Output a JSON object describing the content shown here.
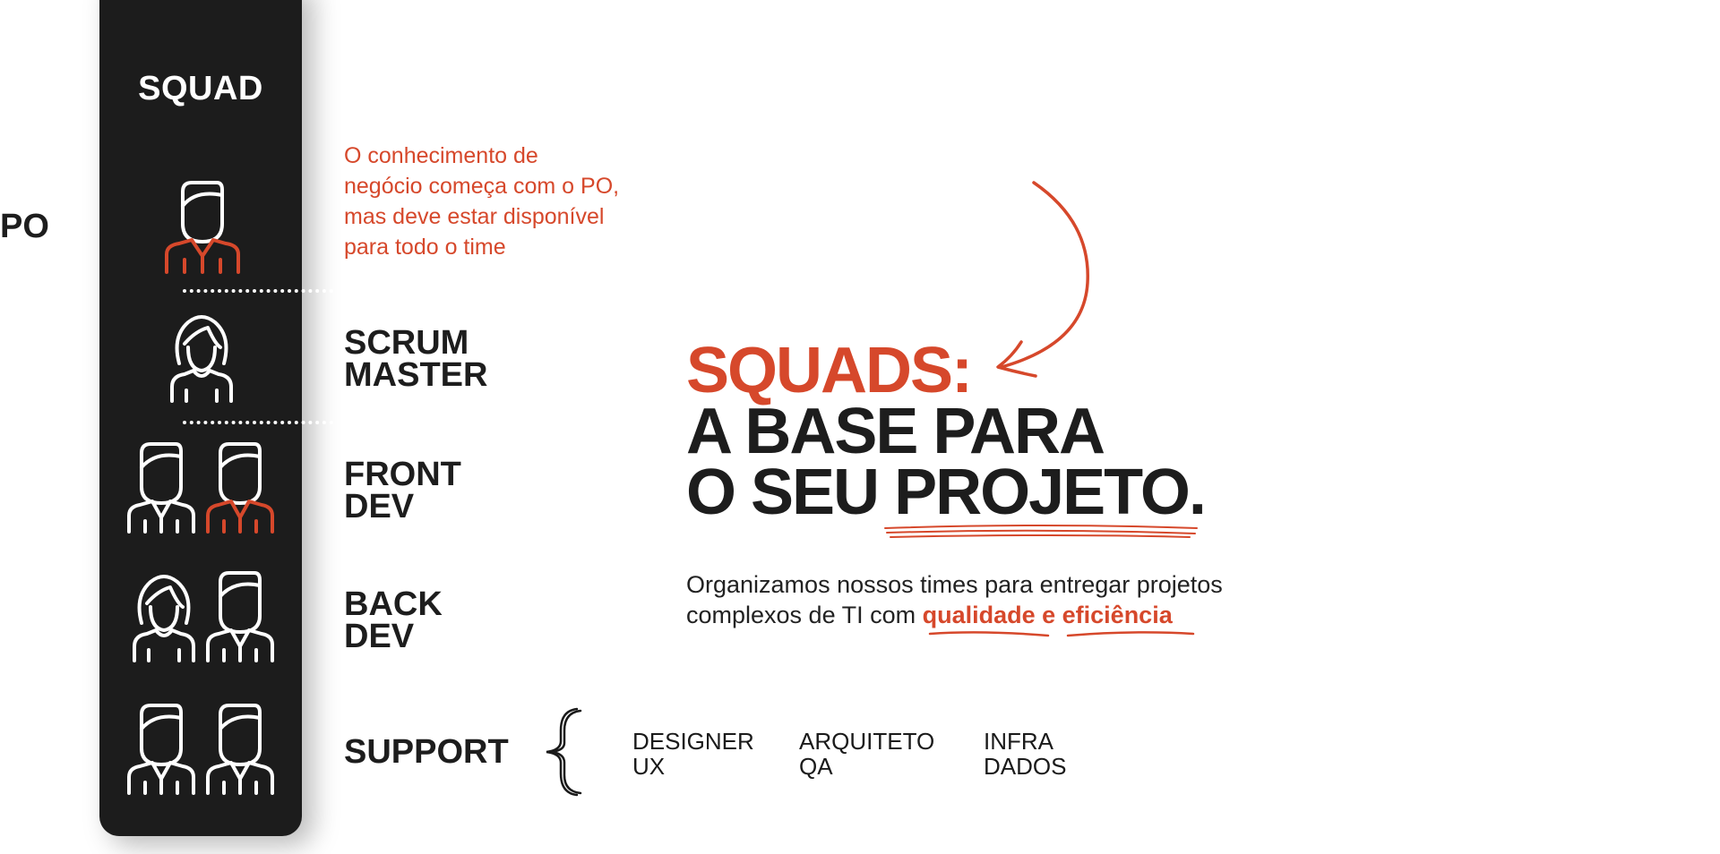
{
  "panel": {
    "title": "SQUAD"
  },
  "po": {
    "label": "PO",
    "note": [
      "O conhecimento de",
      "negócio começa com o PO,",
      "mas deve estar disponível",
      "para todo o time"
    ]
  },
  "roles": {
    "scrum": [
      "SCRUM",
      "MASTER"
    ],
    "front": [
      "FRONT",
      "DEV"
    ],
    "back": [
      "BACK",
      "DEV"
    ],
    "support": "SUPPORT"
  },
  "hero": {
    "line1": "SQUADS:",
    "line2": "A BASE PARA",
    "line3a": "O SEU ",
    "line3b": "PROJETO."
  },
  "subtitle": {
    "line1": "Organizamos nossos times para entregar projetos",
    "line2_prefix": "complexos de TI com ",
    "highlight": "qualidade e eficiência"
  },
  "support_items": [
    [
      "DESIGNER",
      "UX"
    ],
    [
      "ARQUITETO",
      "QA"
    ],
    [
      "INFRA",
      "DADOS"
    ]
  ],
  "colors": {
    "accent": "#d6482b",
    "dark": "#1c1c1c",
    "icon": "#ffffff"
  }
}
